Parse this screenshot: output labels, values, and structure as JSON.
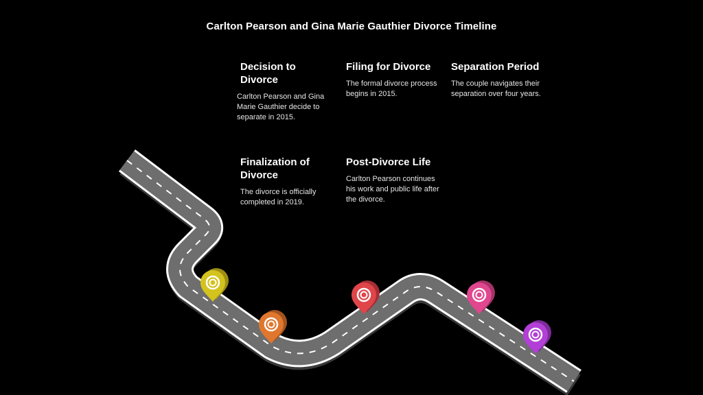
{
  "title": "Carlton Pearson and Gina Marie Gauthier Divorce Timeline",
  "milestones": [
    {
      "heading": "Decision to Divorce",
      "description": "Carlton Pearson and Gina Marie Gauthier decide to separate in 2015.",
      "pin_color": "#d4c21f",
      "pin_icon": "location-pin-icon"
    },
    {
      "heading": "Filing for Divorce",
      "description": "The formal divorce process begins in 2015.",
      "pin_color": "#e0772e",
      "pin_icon": "location-pin-icon"
    },
    {
      "heading": "Separation Period",
      "description": "The couple navigates their separation over four years.",
      "pin_color": "#e0454a",
      "pin_icon": "location-pin-icon"
    },
    {
      "heading": "Finalization of Divorce",
      "description": "The divorce is officially completed in 2019.",
      "pin_color": "#e0478f",
      "pin_icon": "location-pin-icon"
    },
    {
      "heading": "Post-Divorce Life",
      "description": "Carlton Pearson continues his work and public life after the divorce.",
      "pin_color": "#b23fd6",
      "pin_icon": "location-pin-icon"
    }
  ],
  "colors": {
    "background": "#000000",
    "road": "#6e6e6e",
    "road_edge": "#ffffff",
    "lane_marking": "#ffffff"
  }
}
